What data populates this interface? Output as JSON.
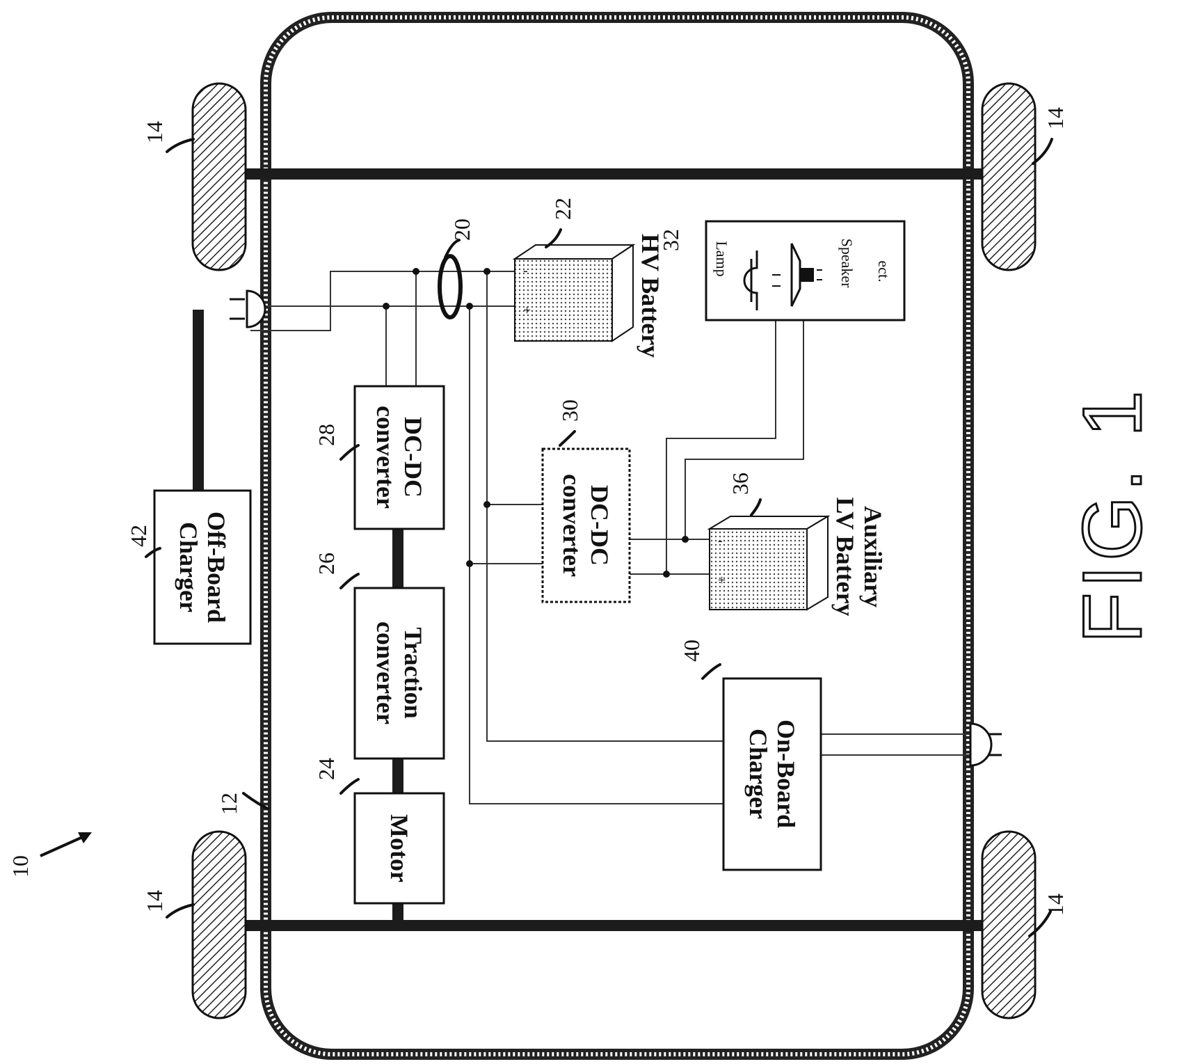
{
  "figure_label": "FIG. 1",
  "refs": {
    "vehicle": "10",
    "frame": "12",
    "wheel": "14",
    "bus": "20",
    "hv_battery": "22",
    "motor": "24",
    "traction": "26",
    "dcdc_hv": "28",
    "dcdc_lv": "30",
    "loads": "32",
    "lv_battery": "36",
    "onboard": "40",
    "offboard": "42"
  },
  "blocks": {
    "motor": "Motor",
    "traction_l1": "Traction",
    "traction_l2": "converter",
    "dcdc1_l1": "DC-DC",
    "dcdc1_l2": "converter",
    "dcdc2_l1": "DC-DC",
    "dcdc2_l2": "converter",
    "offboard_l1": "Off-Board",
    "offboard_l2": "Charger",
    "onboard_l1": "On-Board",
    "onboard_l2": "Charger",
    "hv_battery": "HV Battery",
    "lv_battery_l1": "Auxiliary",
    "lv_battery_l2": "LV Battery",
    "lamp": "Lamp",
    "speaker": "Speaker",
    "etc": "ect."
  },
  "polarity": {
    "minus": "-",
    "plus": "+"
  }
}
